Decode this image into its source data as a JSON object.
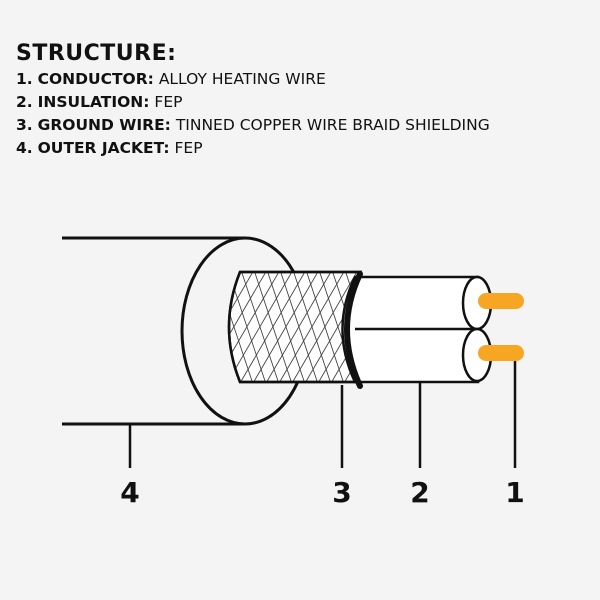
{
  "heading": "STRUCTURE:",
  "components": [
    {
      "num": "1.",
      "key": "CONDUCTOR:",
      "value": "ALLOY HEATING WIRE",
      "callout": "1"
    },
    {
      "num": "2.",
      "key": "INSULATION:",
      "value": "FEP",
      "callout": "2"
    },
    {
      "num": "3.",
      "key": "GROUND WIRE:",
      "value": "TINNED COPPER WIRE BRAID SHIELDING",
      "callout": "3"
    },
    {
      "num": "4.",
      "key": "OUTER JACKET:",
      "value": "FEP",
      "callout": "4"
    }
  ],
  "colors": {
    "line": "#111111",
    "background": "#f4f4f4",
    "conductor": "#f6a623",
    "fill": "#ffffff"
  }
}
